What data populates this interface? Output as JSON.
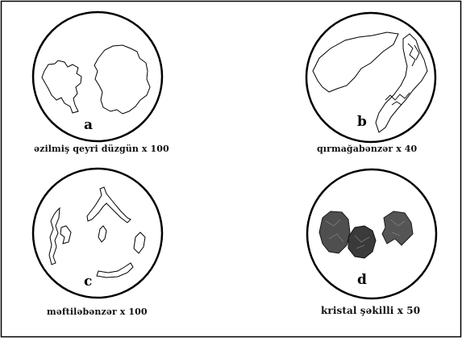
{
  "figure": {
    "panels": [
      {
        "letter": "a",
        "caption": "əzilmiş qeyri düzgün x 100"
      },
      {
        "letter": "b",
        "caption": "qırmağabənzər x 40"
      },
      {
        "letter": "c",
        "caption": "məftiləbənzər x 100"
      },
      {
        "letter": "d",
        "caption": "kristal şəkilli  x 50"
      }
    ],
    "colors": {
      "line": "#000000",
      "background": "#ffffff",
      "particle_fill": "#4a4a4a"
    }
  }
}
